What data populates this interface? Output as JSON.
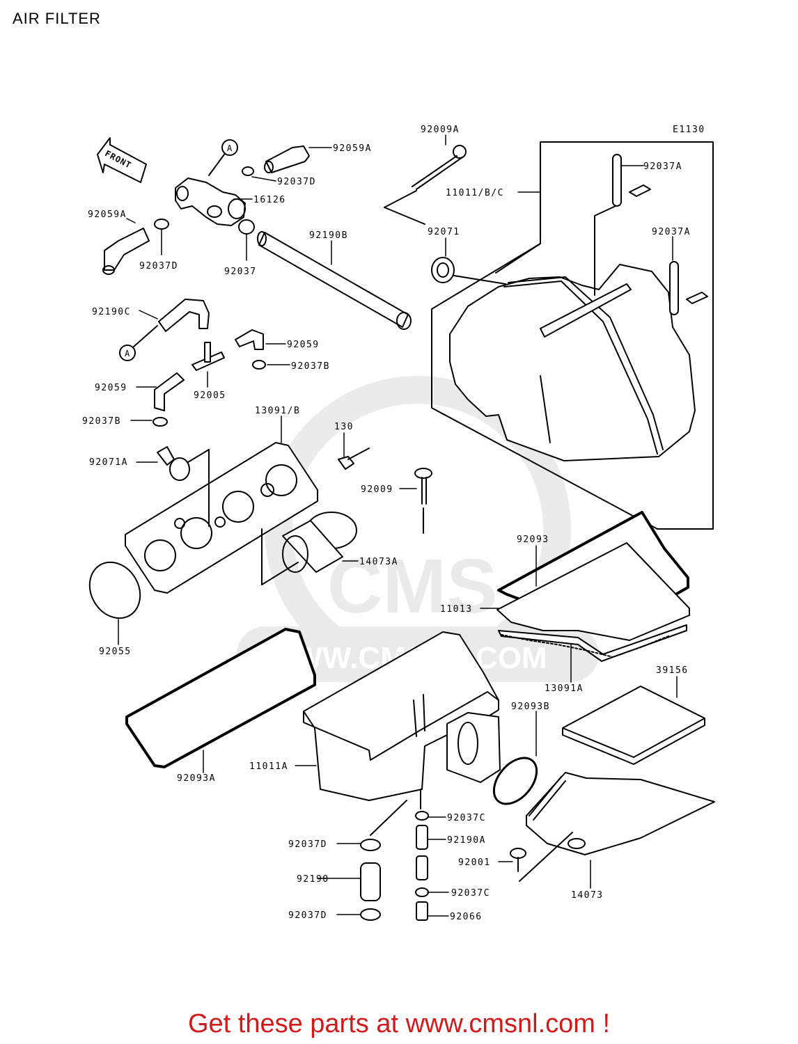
{
  "page": {
    "title": "AIR FILTER",
    "diagram_code": "E1130",
    "front_arrow_label": "FRONT",
    "callout_marker": "A"
  },
  "watermark": {
    "text": "CMS",
    "url": "WWW.CMSNL.COM"
  },
  "parts": [
    {
      "ref": "92009A"
    },
    {
      "ref": "92059A"
    },
    {
      "ref": "92037D"
    },
    {
      "ref": "16126"
    },
    {
      "ref": "92059A"
    },
    {
      "ref": "92037D"
    },
    {
      "ref": "92037"
    },
    {
      "ref": "92190B"
    },
    {
      "ref": "11011/B/C"
    },
    {
      "ref": "92037A"
    },
    {
      "ref": "92071"
    },
    {
      "ref": "92037A"
    },
    {
      "ref": "92190C"
    },
    {
      "ref": "92059"
    },
    {
      "ref": "92037B"
    },
    {
      "ref": "92059"
    },
    {
      "ref": "92005"
    },
    {
      "ref": "92037B"
    },
    {
      "ref": "13091/B"
    },
    {
      "ref": "130"
    },
    {
      "ref": "92071A"
    },
    {
      "ref": "92009"
    },
    {
      "ref": "92093"
    },
    {
      "ref": "14073A"
    },
    {
      "ref": "11013"
    },
    {
      "ref": "92055"
    },
    {
      "ref": "13091A"
    },
    {
      "ref": "39156"
    },
    {
      "ref": "92093B"
    },
    {
      "ref": "92093A"
    },
    {
      "ref": "11011A"
    },
    {
      "ref": "92037C"
    },
    {
      "ref": "92190A"
    },
    {
      "ref": "92037D"
    },
    {
      "ref": "92001"
    },
    {
      "ref": "92190"
    },
    {
      "ref": "92037C"
    },
    {
      "ref": "14073"
    },
    {
      "ref": "92037D"
    },
    {
      "ref": "92066"
    }
  ],
  "footer": {
    "cta": "Get these parts at www.cmsnl.com !"
  }
}
